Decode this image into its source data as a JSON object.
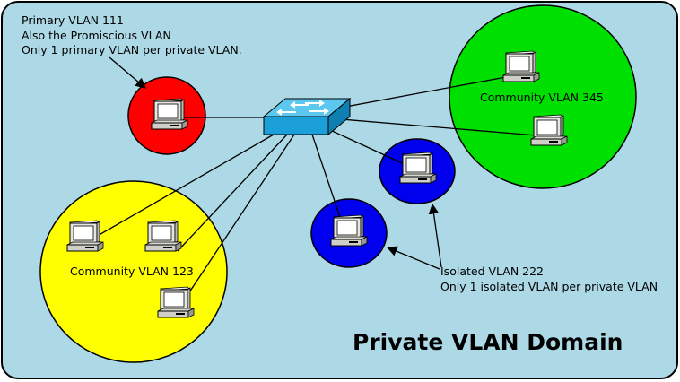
{
  "primary_note": {
    "line1": "Primary VLAN 111",
    "line2": "Also the Promiscious VLAN",
    "line3": "Only 1 primary VLAN per private VLAN."
  },
  "community_a_label": "Community VLAN 345",
  "community_b_label": "Community VLAN 123",
  "isolated_note": {
    "line1": "Isolated VLAN 222",
    "line2": "Only 1 isolated VLAN per private VLAN"
  },
  "domain_title": "Private VLAN Domain",
  "colors": {
    "background": "#add8e6",
    "primary_vlan": "#ff0000",
    "community_a": "#00e000",
    "community_b": "#ffff00",
    "isolated": "#0000ee",
    "switch": "#1a9fd9"
  },
  "icons": [
    "switch-icon",
    "workstation-icon"
  ]
}
